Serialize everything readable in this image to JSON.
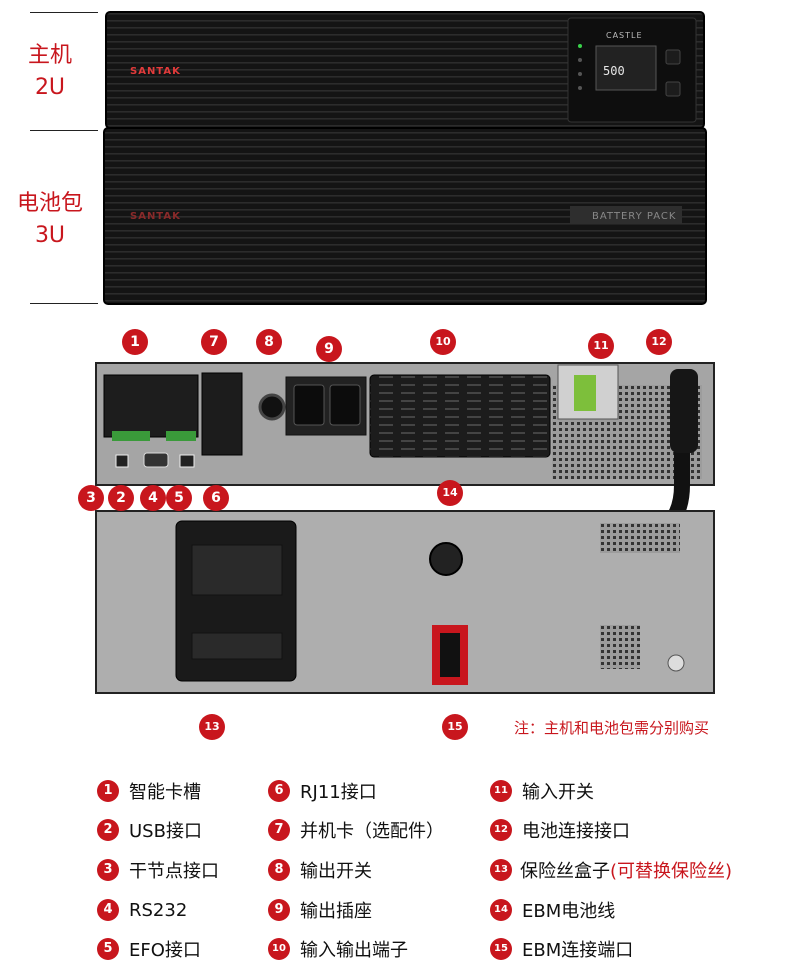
{
  "labels": {
    "host_line1": "主机",
    "host_line2": "2U",
    "battery_line1": "电池包",
    "battery_line2": "3U"
  },
  "device": {
    "brand": "SANTAK",
    "model": "CASTLE",
    "battery_pack_text": "BATTERY PACK",
    "lcd_value": "500"
  },
  "note": "注：主机和电池包需分别购买",
  "callouts": [
    "1",
    "2",
    "3",
    "4",
    "5",
    "6",
    "7",
    "8",
    "9",
    "10",
    "11",
    "12",
    "13",
    "14",
    "15"
  ],
  "legend": [
    {
      "num": "1",
      "text": "智能卡槽",
      "extra": ""
    },
    {
      "num": "2",
      "text": "USB接口",
      "extra": ""
    },
    {
      "num": "3",
      "text": "干节点接口",
      "extra": ""
    },
    {
      "num": "4",
      "text": "RS232",
      "extra": ""
    },
    {
      "num": "5",
      "text": "EFO接口",
      "extra": ""
    },
    {
      "num": "6",
      "text": "RJ11接口",
      "extra": ""
    },
    {
      "num": "7",
      "text": "并机卡（选配件）",
      "extra": ""
    },
    {
      "num": "8",
      "text": "输出开关",
      "extra": ""
    },
    {
      "num": "9",
      "text": "输出插座",
      "extra": ""
    },
    {
      "num": "10",
      "text": "输入输出端子",
      "extra": ""
    },
    {
      "num": "11",
      "text": "输入开关",
      "extra": ""
    },
    {
      "num": "12",
      "text": "电池连接接口",
      "extra": ""
    },
    {
      "num": "13",
      "text": "保险丝盒子",
      "extra": "(可替换保险丝)"
    },
    {
      "num": "14",
      "text": "EBM电池线",
      "extra": ""
    },
    {
      "num": "15",
      "text": "EBM连接端口",
      "extra": ""
    }
  ],
  "colors": {
    "accent": "#c8161d",
    "device_black": "#111111",
    "panel_gray": "#a9a9a9"
  }
}
